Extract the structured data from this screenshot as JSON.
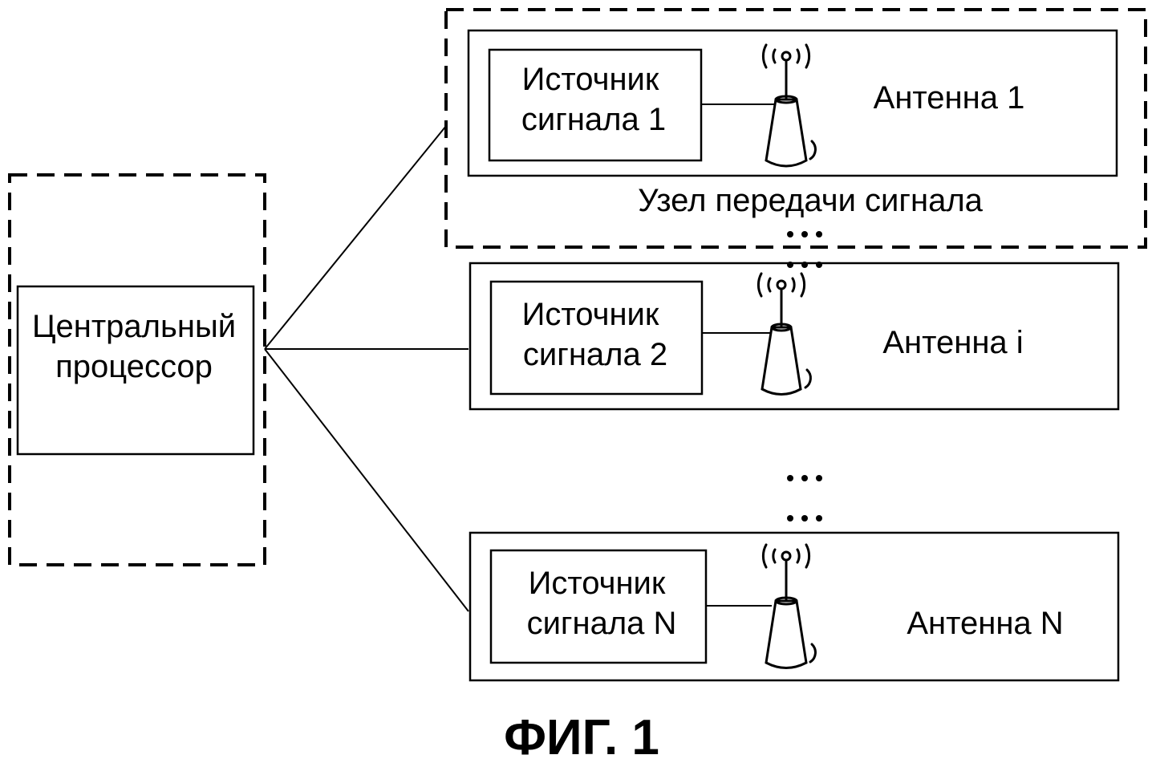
{
  "central_processor": {
    "line1": "Центральный",
    "line2": "процессор"
  },
  "transmission_node": {
    "label": "Узел передачи сигнала"
  },
  "rows": [
    {
      "source_line1": "Источник",
      "source_line2": "сигнала 1",
      "antenna_label": "Антенна 1"
    },
    {
      "source_line1": "Источник",
      "source_line2": "сигнала 2",
      "antenna_label": "Антенна i"
    },
    {
      "source_line1": "Источник",
      "source_line2": "сигнала N",
      "antenna_label": "Антенна N"
    }
  ],
  "figure_caption": "ФИГ. 1",
  "icons": [
    "antenna-icon",
    "ellipsis-icon"
  ]
}
